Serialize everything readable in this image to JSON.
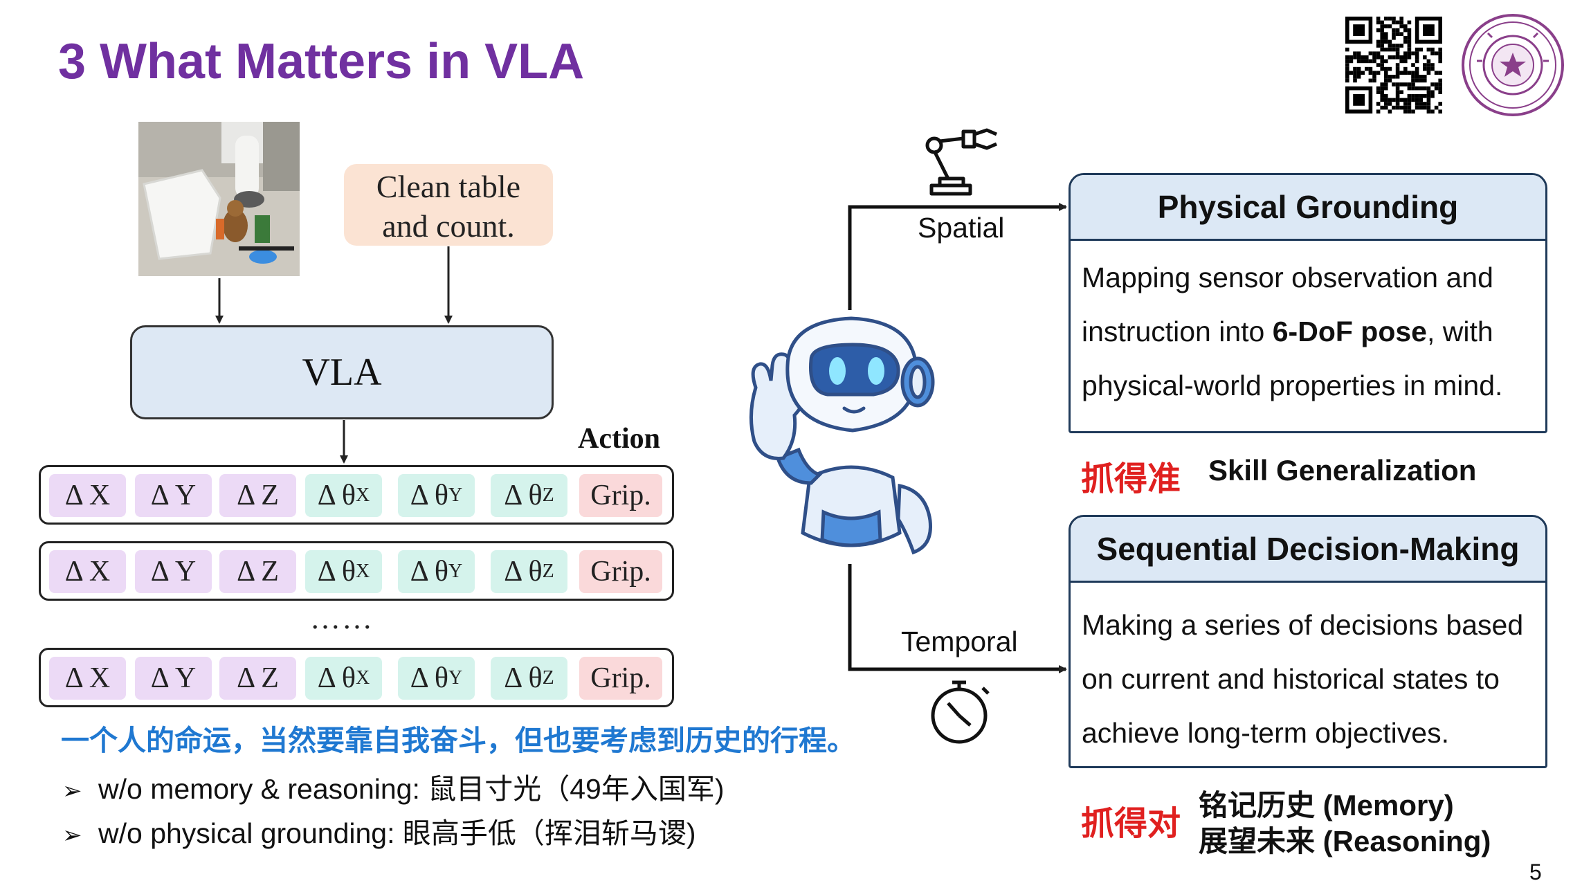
{
  "title": "3  What Matters in VLA",
  "instruction": {
    "line1": "Clean table",
    "line2": "and count."
  },
  "model_label": "VLA",
  "action_label": "Action",
  "action_rows": [
    {
      "cells": [
        "Δ X",
        "Δ Y",
        "Δ Z",
        "Δ θ",
        "Δ θ",
        "Δ θ",
        "Grip."
      ],
      "subs": [
        "X",
        "Y",
        "Z"
      ]
    },
    {
      "cells": [
        "Δ X",
        "Δ Y",
        "Δ Z",
        "Δ θ",
        "Δ θ",
        "Δ θ",
        "Grip."
      ],
      "subs": [
        "X",
        "Y",
        "Z"
      ]
    },
    {
      "cells": [
        "Δ X",
        "Δ Y",
        "Δ Z",
        "Δ θ",
        "Δ θ",
        "Δ θ",
        "Grip."
      ],
      "subs": [
        "X",
        "Y",
        "Z"
      ]
    }
  ],
  "ellipsis": "……",
  "quote": "一个人的命运，当然要靠自我奋斗，但也要考虑到历史的行程。",
  "bullets": [
    "w/o memory & reasoning: 鼠目寸光（49年入国军)",
    "w/o physical grounding: 眼高手低（挥泪斩马谡)"
  ],
  "spatial_label": "Spatial",
  "temporal_label": "Temporal",
  "grounding": {
    "title": "Physical Grounding",
    "line1": "Mapping sensor observation and",
    "line2_pre": "instruction into ",
    "line2_bold": "6-DoF pose",
    "line2_post": ", with",
    "line3": "physical-world properties in mind."
  },
  "grounding_tag": {
    "cn": "抓得准",
    "en": "Skill Generalization"
  },
  "decision": {
    "title": "Sequential Decision-Making",
    "line1": "Making a series of decisions based",
    "line2": "on current and historical states to",
    "line3": "achieve long-term objectives."
  },
  "decision_tag": {
    "cn": "抓得对",
    "line1": "铭记历史 (Memory)",
    "line2": "展望未来 (Reasoning)"
  },
  "page_number": "5",
  "colors": {
    "title": "#7030a0",
    "quote": "#1f78d1",
    "tag_red": "#e0201f",
    "pos_cell": "#ecdaf6",
    "rot_cell": "#d5f3ec",
    "grip_cell": "#fad9da",
    "box_head": "#dce8f5"
  },
  "icons": [
    "qr-code-icon",
    "university-seal-icon",
    "robot-arm-icon",
    "robot-mascot-icon",
    "stopwatch-icon"
  ]
}
